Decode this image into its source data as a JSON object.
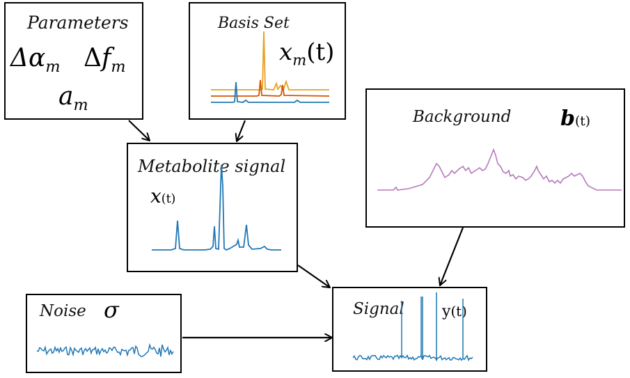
{
  "parameters": {
    "title": "Parameters",
    "dalpha": {
      "sym": "Δα",
      "sub": "m"
    },
    "df": {
      "sym": "Δ",
      "var": "f",
      "sub": "m"
    },
    "a": {
      "var": "a",
      "sub": "m"
    }
  },
  "basis": {
    "title": "Basis Set",
    "var": "x",
    "sub": "m",
    "arg": "(t)"
  },
  "metabolite": {
    "title": "Metabolite signal",
    "var": "x",
    "arg": "(t)"
  },
  "background": {
    "title": "Background",
    "var": "b",
    "arg": "(t)"
  },
  "noise": {
    "title": "Noise",
    "symbol": "σ"
  },
  "signal": {
    "title": "Signal",
    "var": "y",
    "arg": "(t)"
  },
  "colors": {
    "spectrum_blue": "#1f77b4",
    "basis_orange": "#e8a020",
    "basis_red": "#d35400",
    "background_purple": "#b57ab9"
  }
}
